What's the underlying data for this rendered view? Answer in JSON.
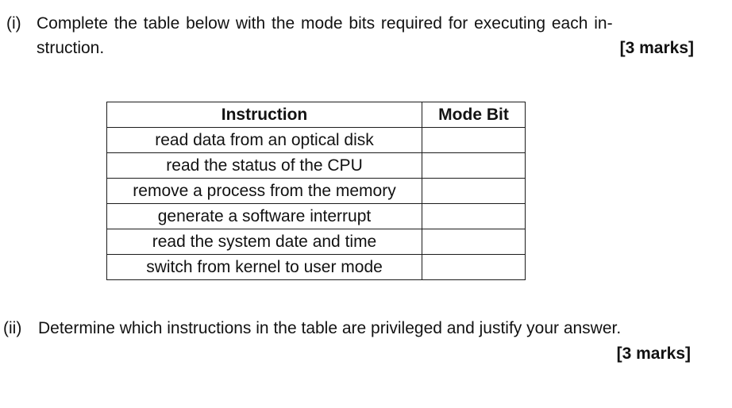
{
  "question_i": {
    "label": "(i)",
    "text_line1": "Complete the table below with the mode bits required for executing each in-",
    "text_line2": "struction.",
    "marks": "[3 marks]"
  },
  "table": {
    "headers": [
      "Instruction",
      "Mode Bit"
    ],
    "rows": [
      {
        "instruction": "read data from an optical disk",
        "mode_bit": ""
      },
      {
        "instruction": "read the status of the CPU",
        "mode_bit": ""
      },
      {
        "instruction": "remove a process from the memory",
        "mode_bit": ""
      },
      {
        "instruction": "generate a software interrupt",
        "mode_bit": ""
      },
      {
        "instruction": "read the system date and time",
        "mode_bit": ""
      },
      {
        "instruction": "switch from kernel to user mode",
        "mode_bit": ""
      }
    ]
  },
  "question_ii": {
    "label": "(ii)",
    "text": "Determine which instructions in the table are privileged and justify your answer.",
    "marks": "[3 marks]"
  },
  "colors": {
    "text": "#121212",
    "background": "#ffffff",
    "table_border": "#1c1c1c"
  }
}
